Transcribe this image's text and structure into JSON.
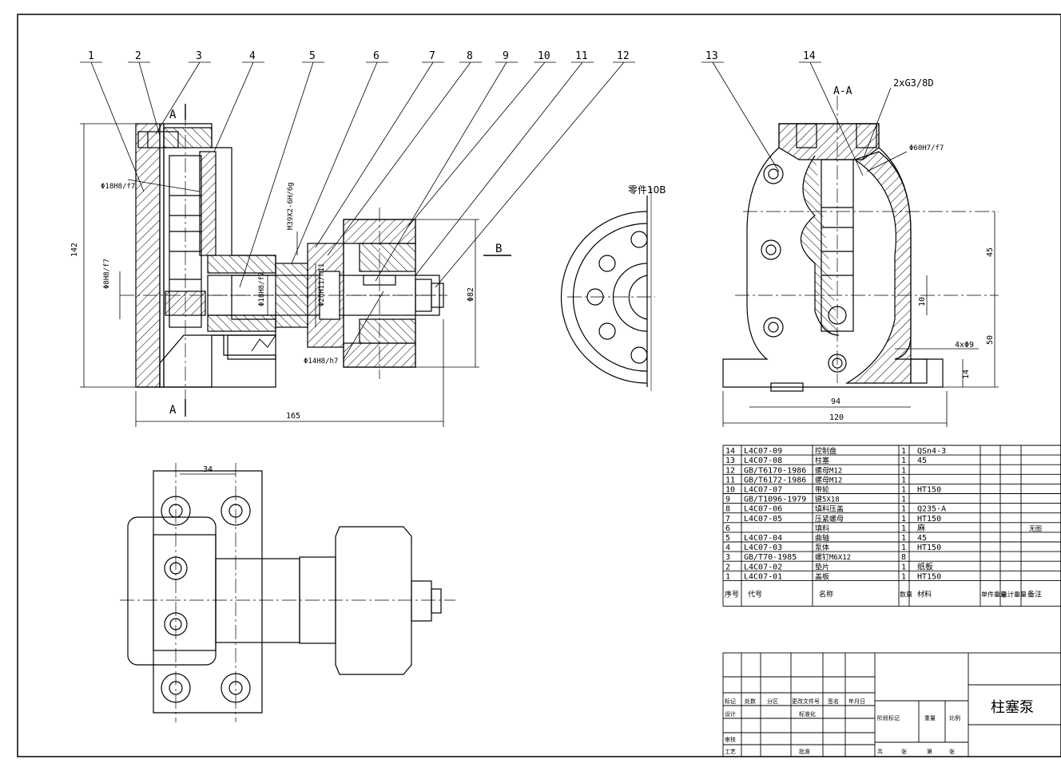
{
  "drawing": {
    "title": "柱塞泵",
    "section_label": "A-A",
    "section_mark_a": "A",
    "view_b_mark": "B",
    "part_view_label": "零件10B",
    "thread_spec": "M39X2-6H/6g",
    "pipe_thread": "2xG3/8D",
    "callouts": [
      "1",
      "2",
      "3",
      "4",
      "5",
      "6",
      "7",
      "8",
      "9",
      "10",
      "11",
      "12",
      "13",
      "14"
    ],
    "dims": {
      "d142": "142",
      "d165": "165",
      "d82": "Φ82",
      "d34": "34",
      "d45": "45",
      "d50": "50",
      "d10": "10",
      "d14": "14",
      "d94": "94",
      "d120": "120",
      "holes": "4xΦ9",
      "fit_18_h8f7": "Φ18H8/f7",
      "fit_8_h8f7": "Φ8H8/f7",
      "fit_18b": "Φ18H8/f7",
      "fit_26": "Φ26H11/h11",
      "fit_14": "Φ14H8/h7",
      "fit_60": "Φ60H7/f7"
    }
  },
  "bom": {
    "rows": [
      {
        "no": "14",
        "code": "L4C07-09",
        "name": "控制盘",
        "qty": "1",
        "material": "QSn4-3",
        "note": ""
      },
      {
        "no": "13",
        "code": "L4C07-08",
        "name": "柱塞",
        "qty": "1",
        "material": "45",
        "note": ""
      },
      {
        "no": "12",
        "code": "GB/T6170-1986",
        "name": "螺母M12",
        "qty": "1",
        "material": "",
        "note": ""
      },
      {
        "no": "11",
        "code": "GB/T6172-1986",
        "name": "螺母M12",
        "qty": "1",
        "material": "",
        "note": ""
      },
      {
        "no": "10",
        "code": "L4C07-07",
        "name": "带轮",
        "qty": "1",
        "material": "HT150",
        "note": ""
      },
      {
        "no": "9",
        "code": "GB/T1096-1979",
        "name": "键5X18",
        "qty": "1",
        "material": "",
        "note": ""
      },
      {
        "no": "8",
        "code": "L4C07-06",
        "name": "填料压盖",
        "qty": "1",
        "material": "Q235-A",
        "note": ""
      },
      {
        "no": "7",
        "code": "L4C07-05",
        "name": "压紧螺母",
        "qty": "1",
        "material": "HT150",
        "note": ""
      },
      {
        "no": "6",
        "code": "",
        "name": "填料",
        "qty": "1",
        "material": "麻",
        "note": "无图"
      },
      {
        "no": "5",
        "code": "L4C07-04",
        "name": "曲轴",
        "qty": "1",
        "material": "45",
        "note": ""
      },
      {
        "no": "4",
        "code": "L4C07-03",
        "name": "泵体",
        "qty": "1",
        "material": "HT150",
        "note": ""
      },
      {
        "no": "3",
        "code": "GB/T70-1985",
        "name": "螺钉M6X12",
        "qty": "8",
        "material": "",
        "note": ""
      },
      {
        "no": "2",
        "code": "L4C07-02",
        "name": "垫片",
        "qty": "1",
        "material": "纸板",
        "note": ""
      },
      {
        "no": "1",
        "code": "L4C07-01",
        "name": "盖板",
        "qty": "1",
        "material": "HT150",
        "note": ""
      }
    ],
    "header": {
      "no": "序号",
      "code": "代号",
      "name": "名称",
      "qty": "数量",
      "material": "材料",
      "unit_weight": "单件重量",
      "total_weight": "总计重量",
      "note": "备注"
    }
  },
  "title_block": {
    "biaoji": "标记",
    "chushu": "处数",
    "fenqu": "分区",
    "gengai": "更改文件号",
    "qianming": "签名",
    "nianyueri": "年月日",
    "sheji": "设计",
    "biaozhunhua": "标准化",
    "jieduan": "阶段标记",
    "zhongliang": "重量",
    "bili": "比例",
    "shenhe": "审核",
    "gongyi": "工艺",
    "pizhun": "批准",
    "gong": "共",
    "zhang": "张",
    "di": "第",
    "zhang2": "张"
  },
  "colors": {
    "ink": "#000000",
    "paper": "#ffffff"
  }
}
